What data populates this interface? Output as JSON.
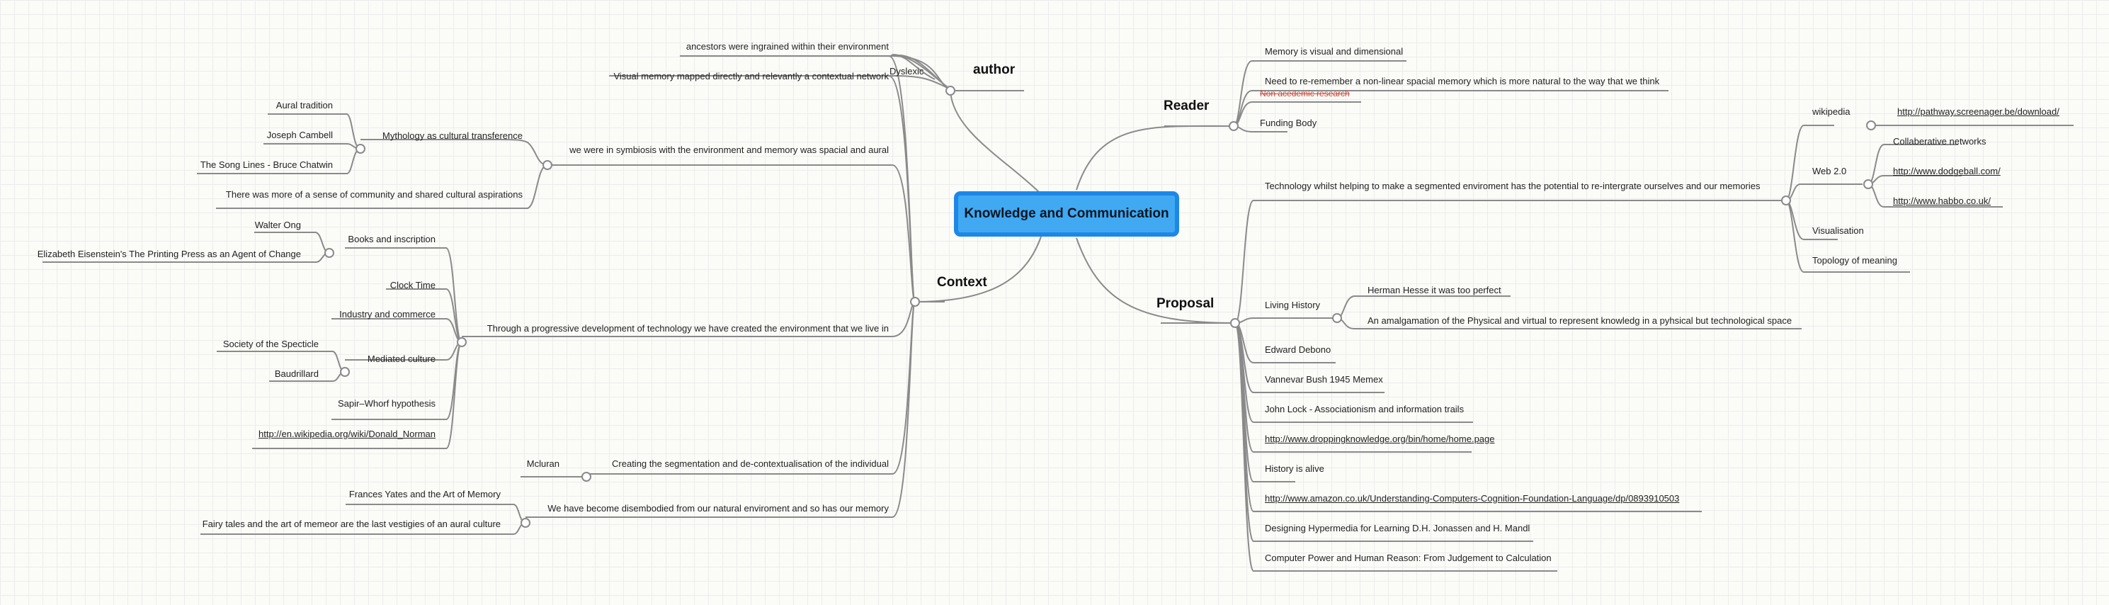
{
  "central_topic": "Knowledge and Communication",
  "branches": {
    "author": {
      "label": "author",
      "items": [
        "ancestors were ingrained within their environment",
        "Dyslexic",
        "Visual memory mapped directly and relevantly a contextual network"
      ]
    },
    "context": {
      "label": "Context",
      "symbiosis": {
        "label": "we were in symbiosis with the environment and memory was spacial and aural",
        "mythology": {
          "label": "Mythology as cultural transference",
          "items": [
            "Aural tradition",
            "Joseph Cambell",
            "The Song Lines - Bruce Chatwin"
          ]
        },
        "community": "There was more of a sense of community and shared cultural aspirations"
      },
      "progressive": {
        "label": "Through a progressive development of technology we have created the environment that we live in",
        "books": {
          "label": "Books and inscription",
          "items": [
            "Walter Ong",
            "Elizabeth Eisenstein's The Printing Press as an Agent of Change"
          ]
        },
        "clock_time": "Clock Time",
        "industry": "Industry and commerce",
        "mediated": {
          "label": "Mediated culture",
          "items": [
            "Society of the Specticle",
            "Baudrillard"
          ]
        },
        "sapir_whorf": "Sapir–Whorf hypothesis",
        "norman_link": "http://en.wikipedia.org/wiki/Donald_Norman"
      },
      "segmentation": {
        "label": "Creating the segmentation and de-contextualisation of the individual",
        "items": [
          "Mcluran"
        ]
      },
      "disembodied": {
        "label": "We have become disembodied from our natural enviroment and so has our memory",
        "items": [
          "Frances Yates and the Art of Memory",
          "Fairy tales and the art of memeor are the last vestigies of an aural culture"
        ]
      }
    },
    "reader": {
      "label": "Reader",
      "items": [
        "Memory is visual and dimensional",
        "Need to re-remember a non-linear spacial memory which is more natural to the way that we think",
        "Non acedemic research",
        "Funding Body"
      ]
    },
    "proposal": {
      "label": "Proposal",
      "technology": {
        "label": "Technology whilst helping to make a segmented enviroment has the potential to re-intergrate ourselves and our memories",
        "wikipedia": {
          "label": "wikipedia",
          "link": "http://pathway.screenager.be/download/"
        },
        "web2": {
          "label": "Web 2.0",
          "items": [
            "Collaberative networks",
            "http://www.dodgeball.com/",
            "http://www.habbo.co.uk/"
          ]
        },
        "visualisation": "Visualisation",
        "topology": "Topology of meaning"
      },
      "living_history": {
        "label": "Living History",
        "items": [
          "Herman Hesse it was too perfect",
          "An amalgamation of the Physical and virtual to represent knowledg in a pyhsical but technological space"
        ]
      },
      "items": [
        "Edward Debono",
        "Vannevar Bush 1945 Memex",
        "John Lock - Associationism and information trails",
        "http://www.droppingknowledge.org/bin/home/home.page",
        "History is alive",
        "http://www.amazon.co.uk/Understanding-Computers-Cognition-Foundation-Language/dp/0893910503",
        "Designing Hypermedia for Learning D.H. Jonassen and H. Mandl",
        "Computer Power and Human Reason: From Judgement to Calculation"
      ]
    }
  }
}
